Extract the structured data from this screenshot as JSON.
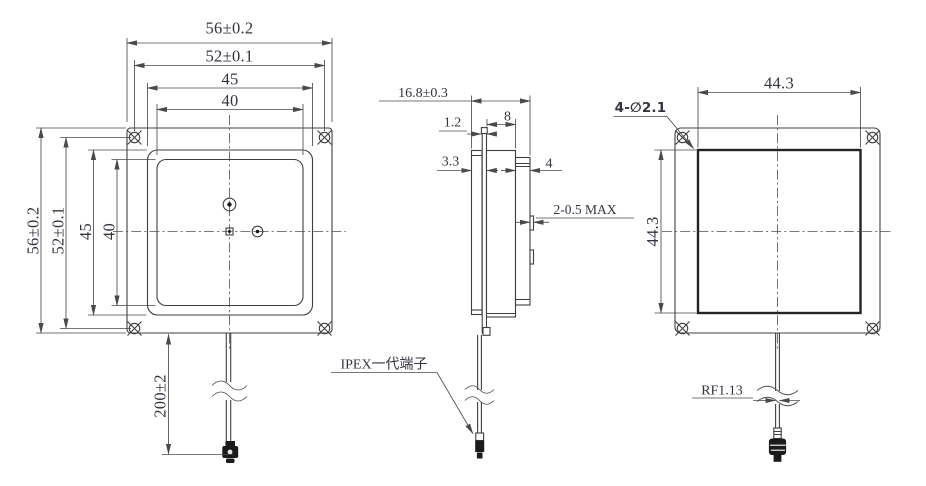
{
  "colors": {
    "object_line": "#3f3f3f",
    "dim_line": "#4a4a4a",
    "heavy_line": "#232323",
    "text": "#343440",
    "background": "#ffffff"
  },
  "front_view": {
    "dim_top_outer": "56±0.2",
    "dim_top_holes": "52±0.1",
    "dim_top_rim": "45",
    "dim_top_patch": "40",
    "dim_left_outer": "56±0.2",
    "dim_left_holes": "52±0.1",
    "dim_left_rim": "45",
    "dim_left_patch": "40",
    "dim_cable_length": "200±2"
  },
  "side_view": {
    "dim_total_depth": "16.8±0.3",
    "dim_body_depth": "8",
    "dim_plate_thickness": "1.2",
    "dim_front_offset": "3.3",
    "dim_rear_depth": "4",
    "dim_bosses": "2-0.5 MAX",
    "connector_label": "IPEX一代端子"
  },
  "back_view": {
    "dim_square_width": "44.3",
    "dim_square_height": "44.3",
    "holes_label": "4-∅2.1",
    "cable_label": "RF1.13"
  }
}
